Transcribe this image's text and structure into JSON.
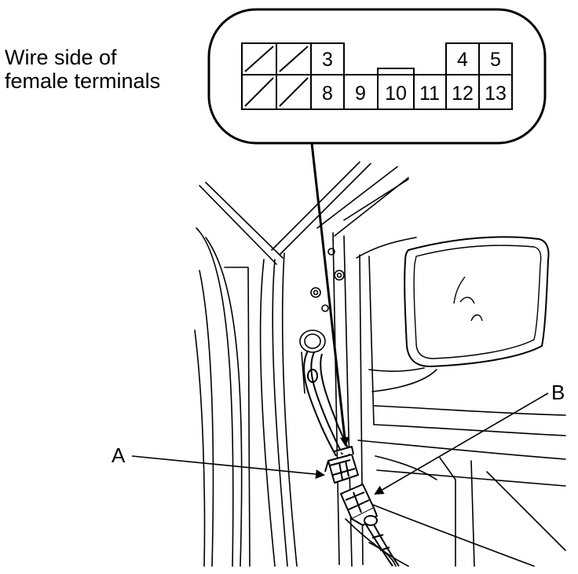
{
  "caption": {
    "line1": "Wire side of",
    "line2": "female terminals"
  },
  "connector": {
    "top_row": [
      "3",
      "4",
      "5"
    ],
    "bottom_row": [
      "8",
      "9",
      "10",
      "11",
      "12",
      "13"
    ]
  },
  "callouts": {
    "a": "A",
    "b": "B"
  },
  "colors": {
    "line": "#000000",
    "background": "#ffffff"
  }
}
